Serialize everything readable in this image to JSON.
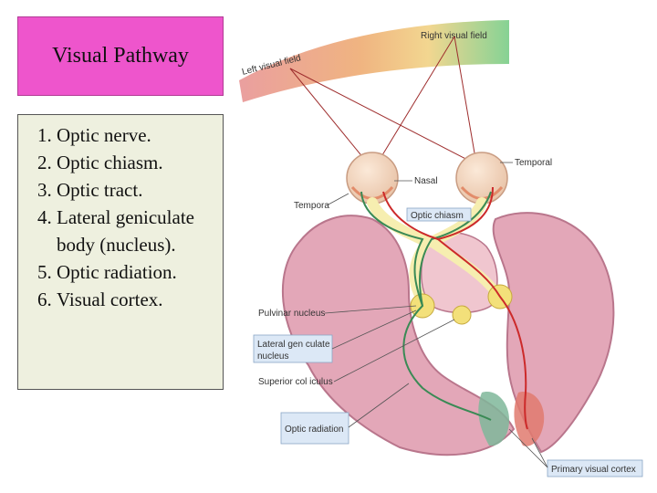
{
  "slide": {
    "title": "Visual Pathway",
    "items": [
      "Optic nerve.",
      "Optic chiasm.",
      "Optic tract.",
      "Lateral geniculate body (nucleus).",
      "Optic radiation.",
      "Visual cortex."
    ]
  },
  "diagram": {
    "field_left": "Left visual field",
    "field_right": "Right visual field",
    "labels": {
      "temporal_right": "Temporal",
      "nasal": "Nasal",
      "temporal_left": "Tempora",
      "optic_chiasm": "Optic chiasm",
      "pulvinar": "Pulvinar nucleus",
      "lgn_line1": "Lateral gen culate",
      "lgn_line2": "nucleus",
      "superior_colliculus": "Superior col iculus",
      "optic_radiation": "Optic radiation",
      "primary_visual_cortex": "Primary visual cortex"
    },
    "colors": {
      "right_field_pathway": "#cc2a2a",
      "left_field_pathway": "#3a8a55",
      "brain_tissue": "#e3a7b8",
      "label_box": "#dce8f6"
    }
  }
}
